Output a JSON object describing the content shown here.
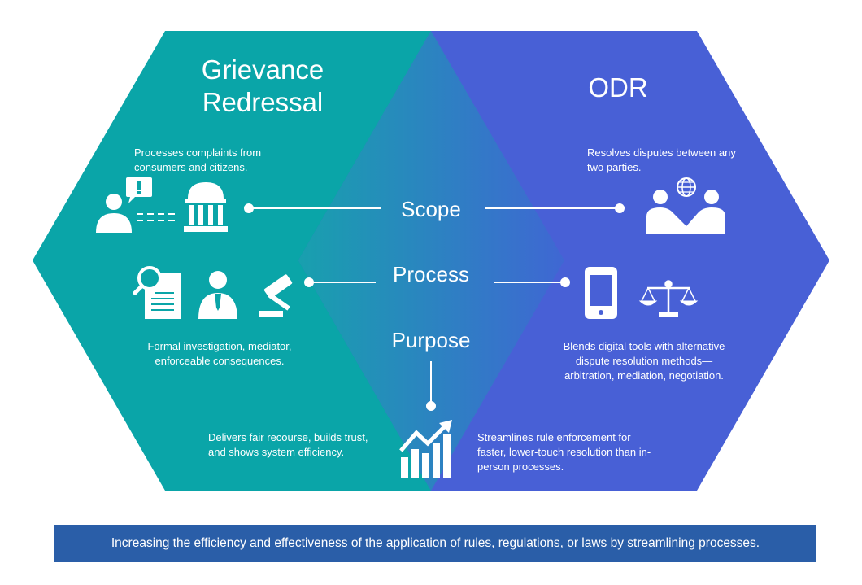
{
  "left_panel": {
    "title_line1": "Grievance",
    "title_line2": "Redressal",
    "scope_text": "Processes complaints from consumers and citizens.",
    "process_text": "Formal investigation, mediator, enforceable consequences.",
    "purpose_text": "Delivers fair recourse, builds trust, and shows system efficiency.",
    "color": "#0aa5a8"
  },
  "right_panel": {
    "title": "ODR",
    "scope_text": "Resolves disputes between any two parties.",
    "process_text_line1": "Blends digital tools with alternative",
    "process_text_line2": "dispute resolution methods—",
    "process_text_line3": "arbitration, mediation, negotiation.",
    "purpose_text": "Streamlines rule enforcement for faster, lower-touch resolution than in-person processes.",
    "color": "#4860d6"
  },
  "center": {
    "scope_label": "Scope",
    "process_label": "Process",
    "purpose_label": "Purpose"
  },
  "icons": {
    "complainant": "person-alert-icon",
    "institution": "government-building-icon",
    "investigation": "magnifier-document-icon",
    "mediator": "person-tie-icon",
    "enforcement": "gavel-icon",
    "parties": "handshake-globe-icon",
    "digital": "smartphone-icon",
    "justice": "scales-icon",
    "efficiency": "growth-chart-icon"
  },
  "footer": {
    "banner_text": "Increasing the efficiency and effectiveness of the application of rules, regulations, or laws by streamlining processes.",
    "color": "#2a5ea8"
  }
}
